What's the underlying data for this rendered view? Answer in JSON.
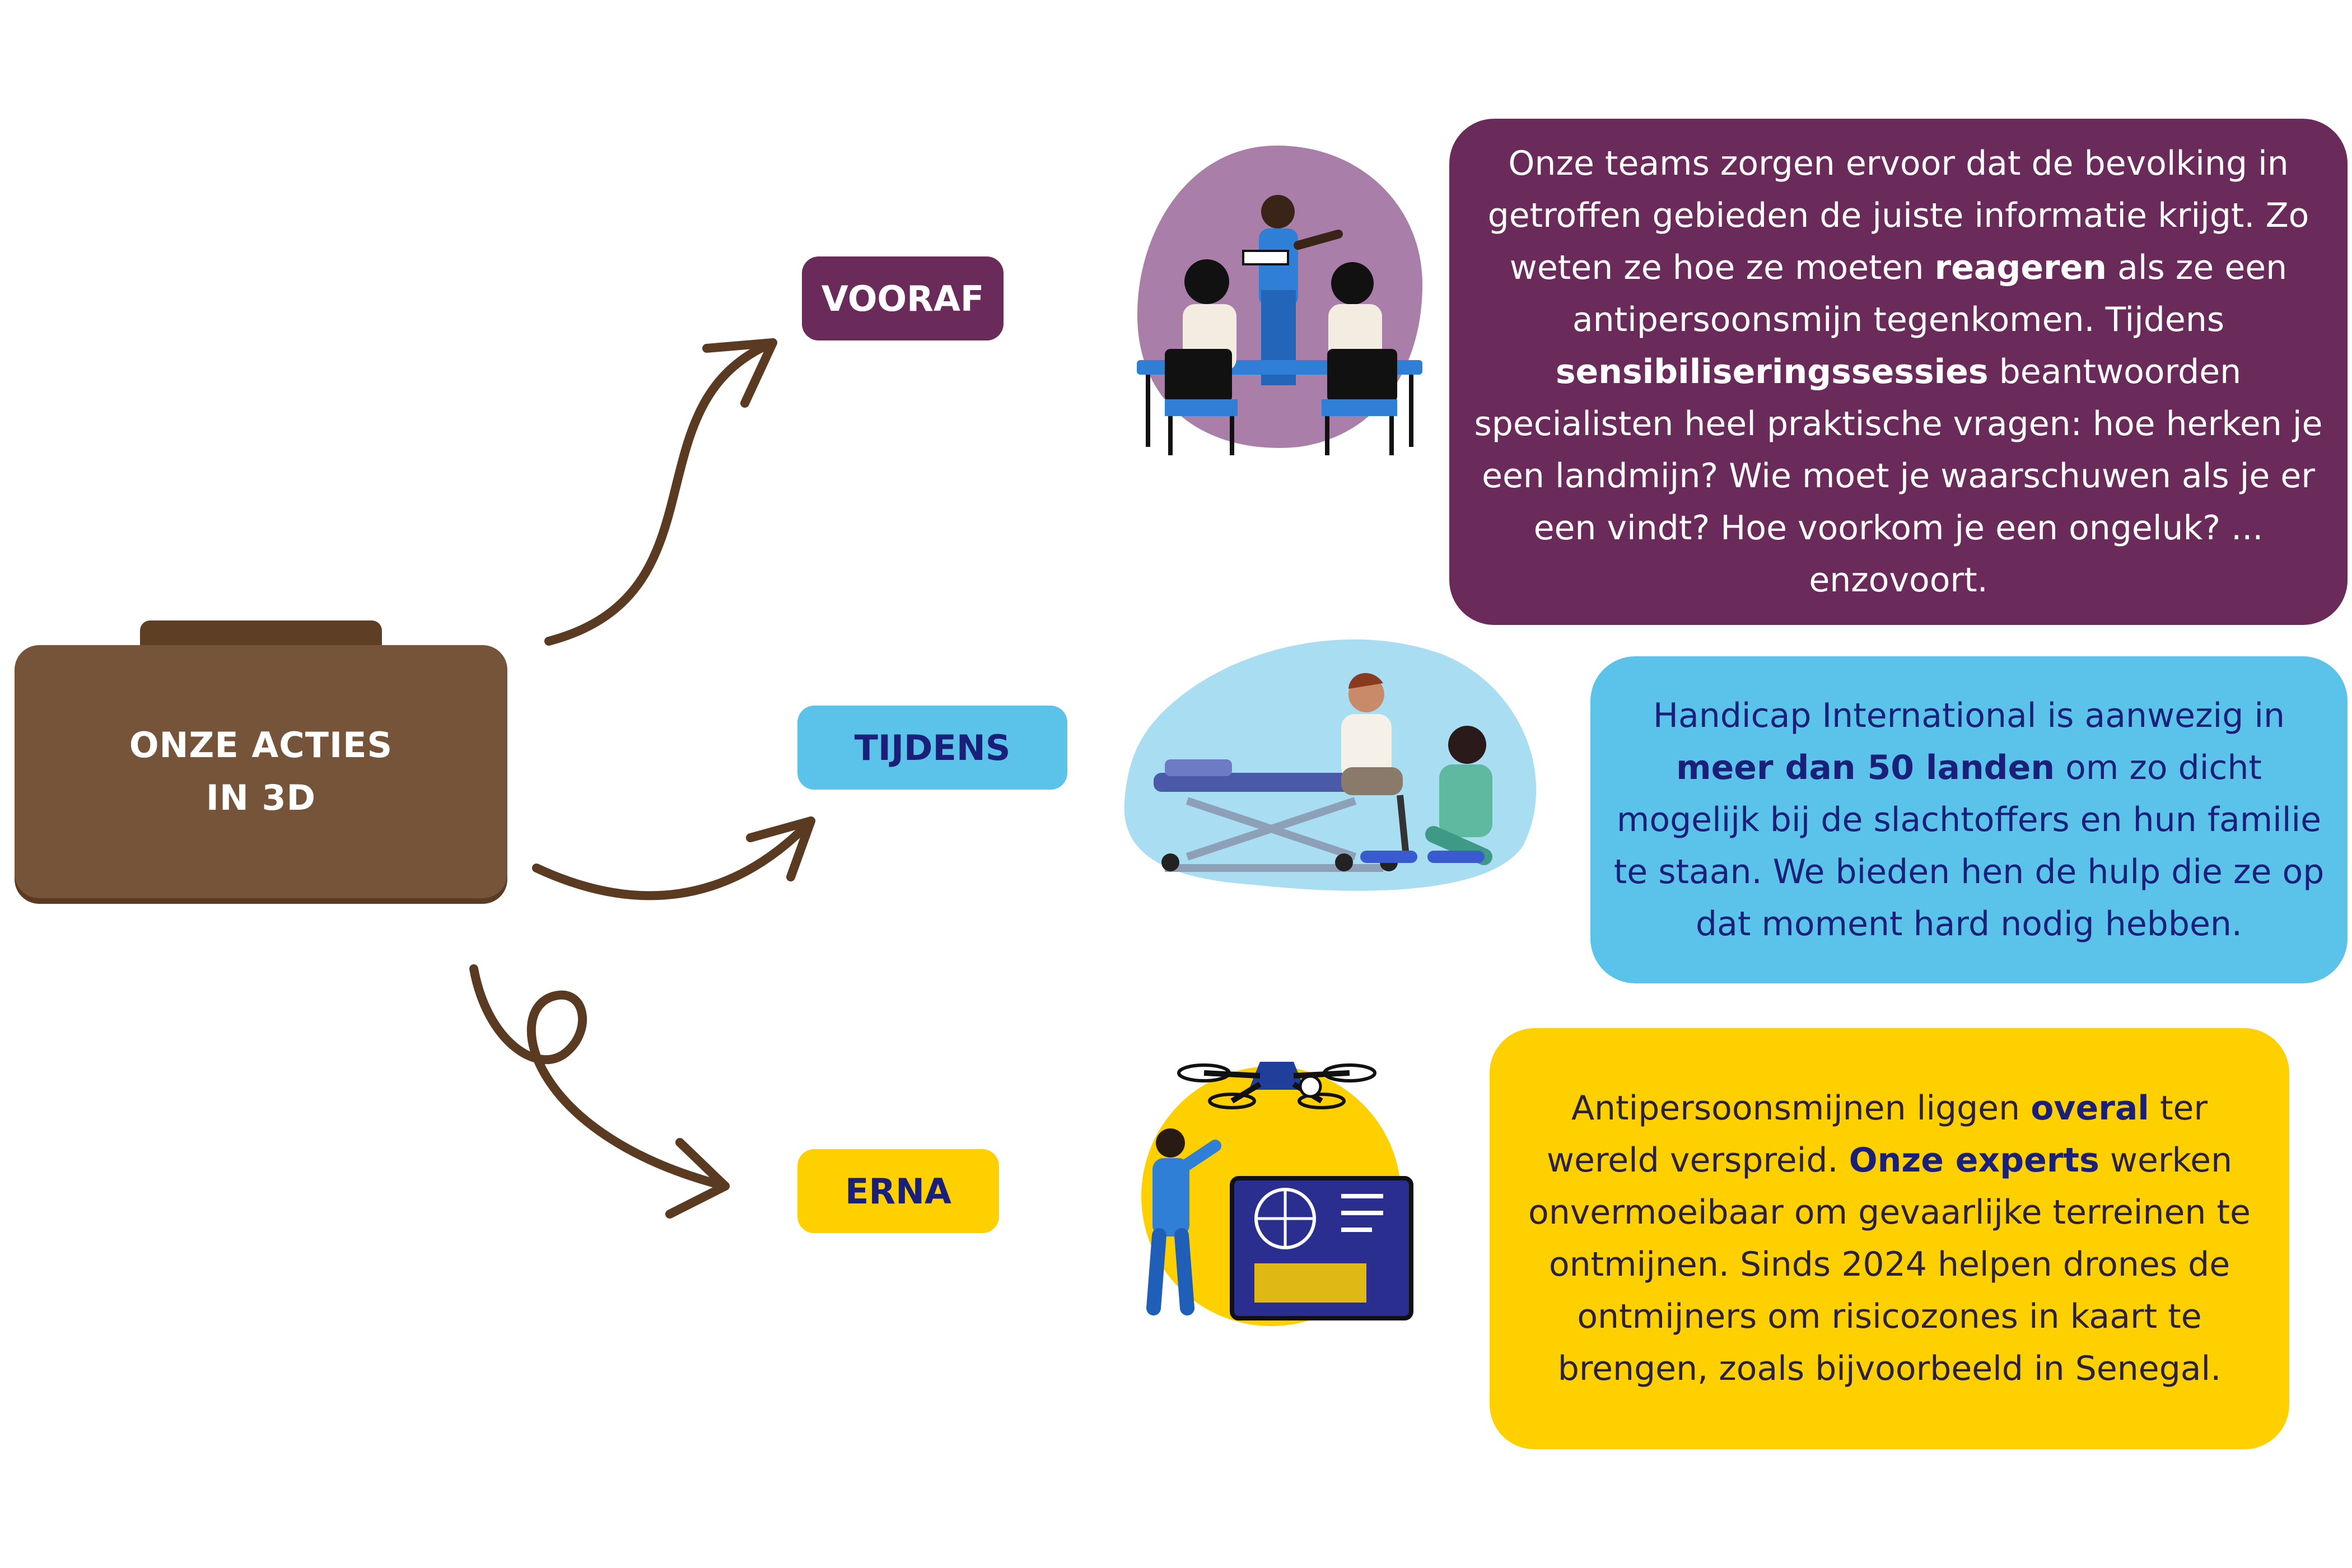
{
  "center": {
    "line1": "ONZE ACTIES",
    "line2": "IN 3D"
  },
  "phases": [
    {
      "label": "VOORAF",
      "illustration": "classroom-training-illustration",
      "text": [
        {
          "t": "Onze teams zorgen ervoor dat de bevolking in getroffen gebieden de juiste informatie krijgt. Zo weten ze hoe ze moeten ",
          "b": false
        },
        {
          "t": "reageren",
          "b": true
        },
        {
          "t": " als ze een antipersoonsmijn tegenkomen. Tijdens ",
          "b": false
        },
        {
          "t": "sensibiliseringssessies",
          "b": true
        },
        {
          "t": " beantwoorden specialisten heel praktische vragen: hoe herken je een landmijn? Wie moet je waarschuwen als je er een vindt? Hoe voorkom je een ongeluk? ... enzovoort.",
          "b": false
        }
      ]
    },
    {
      "label": "TIJDENS",
      "illustration": "physiotherapy-prosthesis-illustration",
      "text": [
        {
          "t": "Handicap International is aanwezig in ",
          "b": false
        },
        {
          "t": "meer dan 50 landen",
          "b": true
        },
        {
          "t": " om zo dicht mogelijk bij de slachtoffers en hun familie te staan. We bieden hen de hulp die ze op dat moment hard nodig hebben.",
          "b": false
        }
      ]
    },
    {
      "label": "ERNA",
      "illustration": "drone-demining-illustration",
      "text": [
        {
          "t": "Antipersoonsmijnen liggen ",
          "b": false
        },
        {
          "t": "overal",
          "b": true
        },
        {
          "t": " ter wereld verspreid. ",
          "b": false
        },
        {
          "t": "Onze experts",
          "b": true
        },
        {
          "t": " werken onvermoeibaar om gevaarlijke terreinen te ontmijnen. Sinds 2024 helpen drones de ontmijners om risicozones in kaart te brengen, zoals bijvoorbeeld in Senegal.",
          "b": false
        }
      ]
    }
  ],
  "colors": {
    "brown": "#76543a",
    "arrow": "#5a3b22",
    "purple": "#6a2a5a",
    "lightblue": "#5bc3ea",
    "yellow": "#ffd000",
    "navy": "#1a1f7a"
  }
}
